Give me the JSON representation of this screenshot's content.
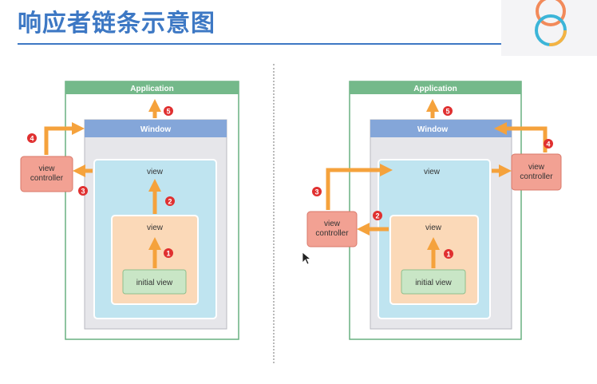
{
  "title": "响应者链条示意图",
  "diagrams": {
    "left": {
      "application": "Application",
      "window": "Window",
      "view": "view",
      "inner_view": "view",
      "initial_view": "initial view",
      "view_controller": [
        "view",
        "controller"
      ],
      "steps": [
        "1",
        "2",
        "3",
        "4",
        "5"
      ]
    },
    "right": {
      "application": "Application",
      "window": "Window",
      "view": "view",
      "inner_view": "view",
      "initial_view": "initial view",
      "view_controller_top": [
        "view",
        "controller"
      ],
      "view_controller_bottom": [
        "view",
        "controller"
      ],
      "steps": [
        "1",
        "2",
        "3",
        "4",
        "5"
      ]
    }
  },
  "colors": {
    "title": "#3d78c4",
    "application_border": "#69b081",
    "window_bar": "#84a6d9",
    "window_body": "#e6e6ea",
    "view_fill": "#bfe4f0",
    "inner_view_fill": "#fbd9b8",
    "initial_view_fill": "#c9e6c6",
    "controller_fill": "#f2a193",
    "arrow": "#f5a23c",
    "step_badge": "#e03030"
  }
}
